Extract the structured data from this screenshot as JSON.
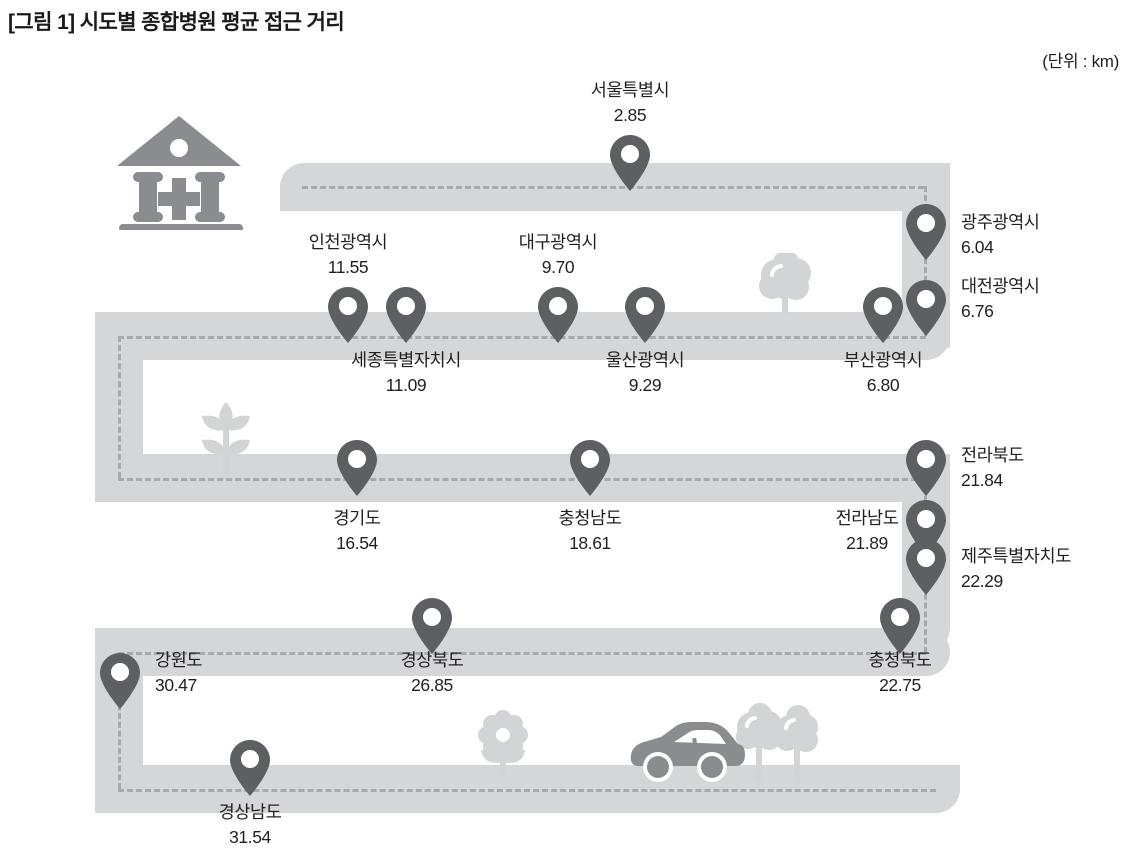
{
  "header": {
    "title": "[그림 1] 시도별 종합병원 평균 접근 거리",
    "unit": "(단위 : km)"
  },
  "icons": {
    "hospital": "hospital-building-icon",
    "pin": "map-pin-icon",
    "tree": "tree-icon",
    "plant": "plant-sprout-icon",
    "flower": "flower-icon",
    "car": "car-icon"
  },
  "colors": {
    "road": "#d5d6d8",
    "road_dash": "#a7a9ac",
    "pin": "#5d5f63",
    "hospital": "#8a8c8f",
    "scenery_light": "#d3d4d6",
    "text": "#231f20"
  },
  "chart_data": {
    "type": "table",
    "title": "[그림 1] 시도별 종합병원 평균 접근 거리",
    "ylabel": "평균 접근 거리",
    "unit": "km",
    "categories": [
      "서울특별시",
      "광주광역시",
      "대전광역시",
      "부산광역시",
      "울산광역시",
      "대구광역시",
      "세종특별자치시",
      "인천광역시",
      "경기도",
      "충청남도",
      "전라북도",
      "전라남도",
      "제주특별자치도",
      "충청북도",
      "경상북도",
      "강원도",
      "경상남도"
    ],
    "values": [
      2.85,
      6.04,
      6.76,
      6.8,
      9.29,
      9.7,
      11.09,
      11.55,
      16.54,
      18.61,
      21.84,
      21.89,
      22.29,
      22.75,
      26.85,
      30.47,
      31.54
    ]
  },
  "points": [
    {
      "id": "seoul",
      "name": "서울특별시",
      "value": "2.85"
    },
    {
      "id": "gwangju",
      "name": "광주광역시",
      "value": "6.04"
    },
    {
      "id": "daejeon",
      "name": "대전광역시",
      "value": "6.76"
    },
    {
      "id": "incheon",
      "name": "인천광역시",
      "value": "11.55"
    },
    {
      "id": "sejong",
      "name": "세종특별자치시",
      "value": "11.09"
    },
    {
      "id": "daegu",
      "name": "대구광역시",
      "value": "9.70"
    },
    {
      "id": "ulsan",
      "name": "울산광역시",
      "value": "9.29"
    },
    {
      "id": "busan",
      "name": "부산광역시",
      "value": "6.80"
    },
    {
      "id": "gyeonggi",
      "name": "경기도",
      "value": "16.54"
    },
    {
      "id": "chungnam",
      "name": "충청남도",
      "value": "18.61"
    },
    {
      "id": "jeonbuk",
      "name": "전라북도",
      "value": "21.84"
    },
    {
      "id": "jeonnam",
      "name": "전라남도",
      "value": "21.89"
    },
    {
      "id": "jeju",
      "name": "제주특별자치도",
      "value": "22.29"
    },
    {
      "id": "chungbuk",
      "name": "충청북도",
      "value": "22.75"
    },
    {
      "id": "gyeongbuk",
      "name": "경상북도",
      "value": "26.85"
    },
    {
      "id": "gangwon",
      "name": "강원도",
      "value": "30.47"
    },
    {
      "id": "gyeongnam",
      "name": "경상남도",
      "value": "31.54"
    }
  ]
}
